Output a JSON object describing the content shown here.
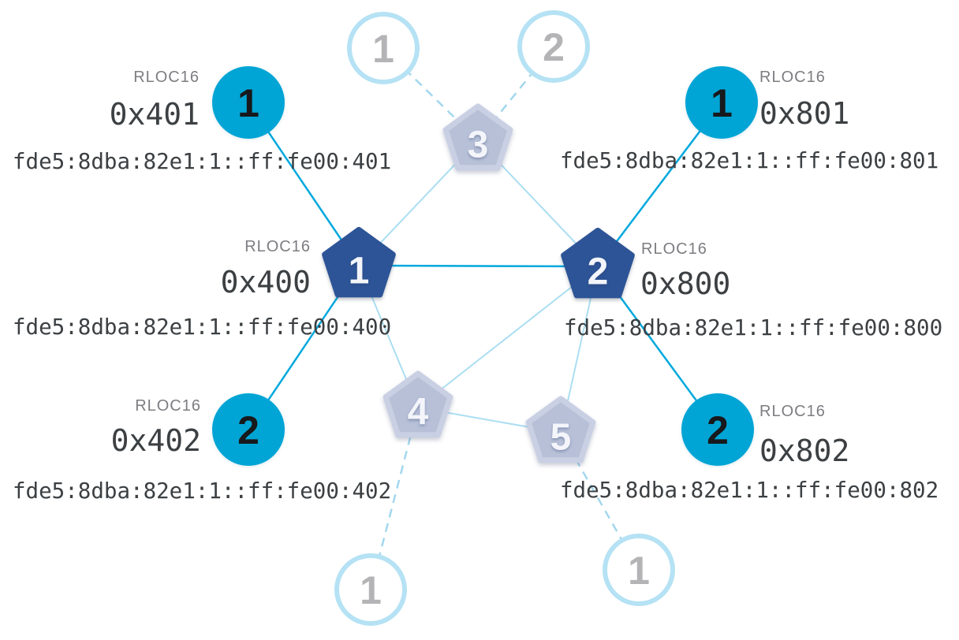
{
  "palette": {
    "active_child_fill": "#00a5d5",
    "active_router_fill": "#2d5496",
    "faded_router_fill": "#b7c0d7",
    "faded_router_border": "#c9d0e3",
    "faded_child_border": "#b5e2f4",
    "link_active": "#00a8dd",
    "link_faded": "#abdef2",
    "link_dashed": "#a3d7ee",
    "rloc_label_gray": "#7d7d82",
    "value_text_dark": "#3c4043",
    "faded_number_gray": "#b4b4b6"
  },
  "nodes": {
    "router_400": {
      "num": "1",
      "rloc_label": "RLOC16",
      "rloc": "0x400",
      "ip": "fde5:8dba:82e1:1::ff:fe00:400"
    },
    "router_800": {
      "num": "2",
      "rloc_label": "RLOC16",
      "rloc": "0x800",
      "ip": "fde5:8dba:82e1:1::ff:fe00:800"
    },
    "child_401": {
      "num": "1",
      "rloc_label": "RLOC16",
      "rloc": "0x401",
      "ip": "fde5:8dba:82e1:1::ff:fe00:401"
    },
    "child_402": {
      "num": "2",
      "rloc_label": "RLOC16",
      "rloc": "0x402",
      "ip": "fde5:8dba:82e1:1::ff:fe00:402"
    },
    "child_801": {
      "num": "1",
      "rloc_label": "RLOC16",
      "rloc": "0x801",
      "ip": "fde5:8dba:82e1:1::ff:fe00:801"
    },
    "child_802": {
      "num": "2",
      "rloc_label": "RLOC16",
      "rloc": "0x802",
      "ip": "fde5:8dba:82e1:1::ff:fe00:802"
    },
    "faded_router_3": {
      "num": "3"
    },
    "faded_router_4": {
      "num": "4"
    },
    "faded_router_5": {
      "num": "5"
    },
    "faded_child_top_left": {
      "num": "1"
    },
    "faded_child_top_right": {
      "num": "2"
    },
    "faded_child_bottom_left": {
      "num": "1"
    },
    "faded_child_bottom_right": {
      "num": "1"
    }
  }
}
